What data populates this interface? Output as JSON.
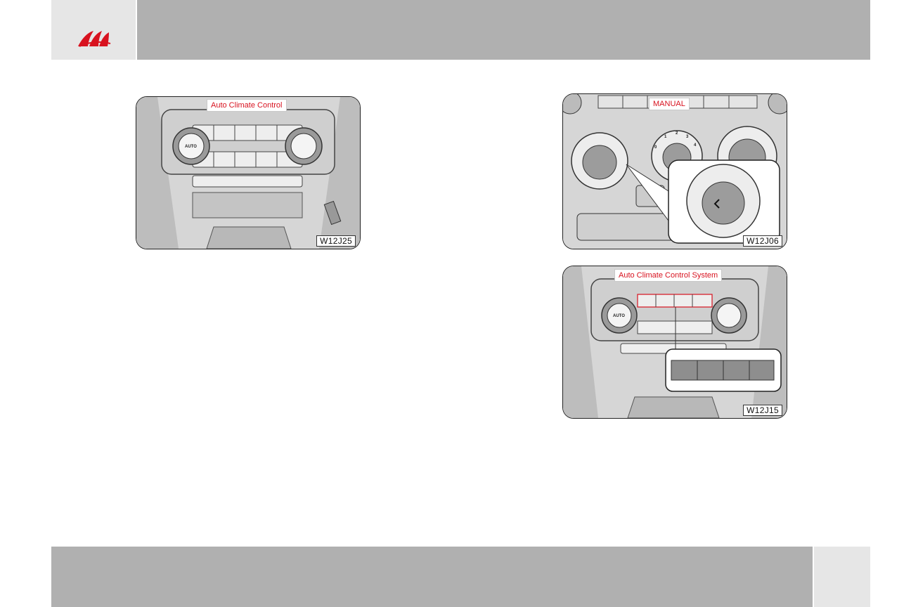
{
  "header": {
    "logo_icon": "mahindra-logo-icon",
    "brand_color": "#d8121f"
  },
  "figures": [
    {
      "label": "Auto Climate Control",
      "code": "W12J25",
      "knob_label": "AUTO"
    },
    {
      "label": "MANUAL",
      "code": "W12J06",
      "dial_numbers": [
        "0",
        "1",
        "2",
        "3",
        "4"
      ]
    },
    {
      "label": "Auto Climate Control System",
      "code": "W12J15",
      "knob_label": "AUTO"
    }
  ],
  "colors": {
    "header_bar": "#b0b0b0",
    "logo_box": "#e6e6e6",
    "label_text": "#d8121f"
  }
}
